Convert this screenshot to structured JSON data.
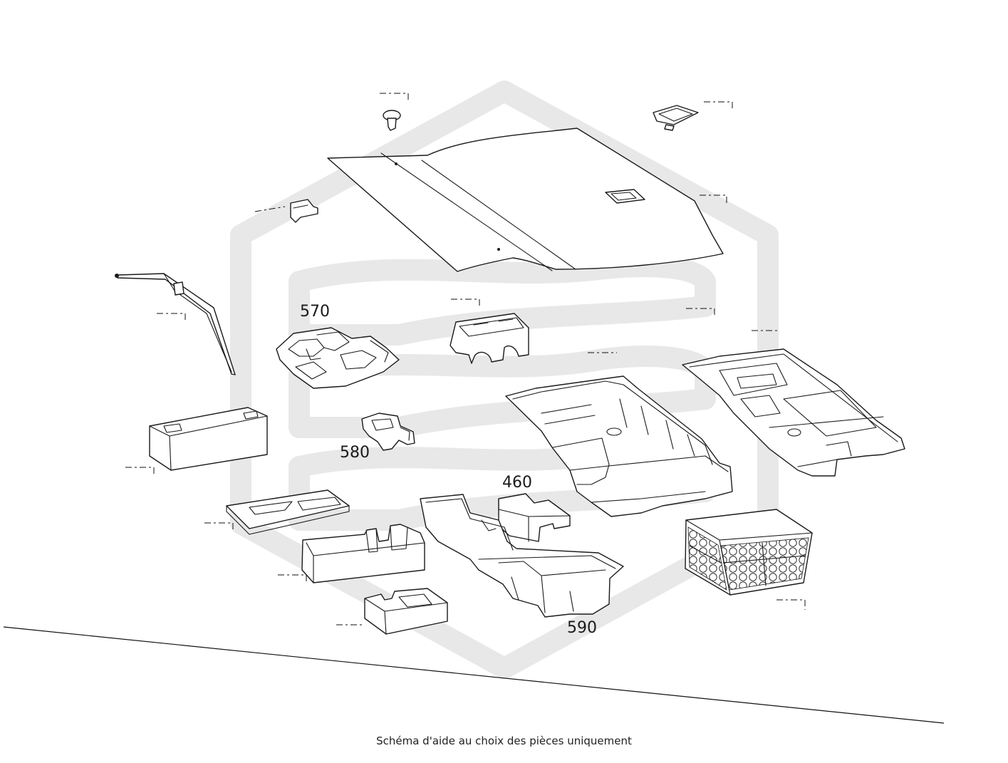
{
  "callouts": {
    "p570": "570",
    "p580": "580",
    "p460": "460",
    "p590": "590"
  },
  "caption": "Schéma d'aide au choix des pièces uniquement",
  "colors": {
    "line": "#1a1a1a",
    "watermark": "#e8e8e8",
    "background": "#ffffff"
  }
}
